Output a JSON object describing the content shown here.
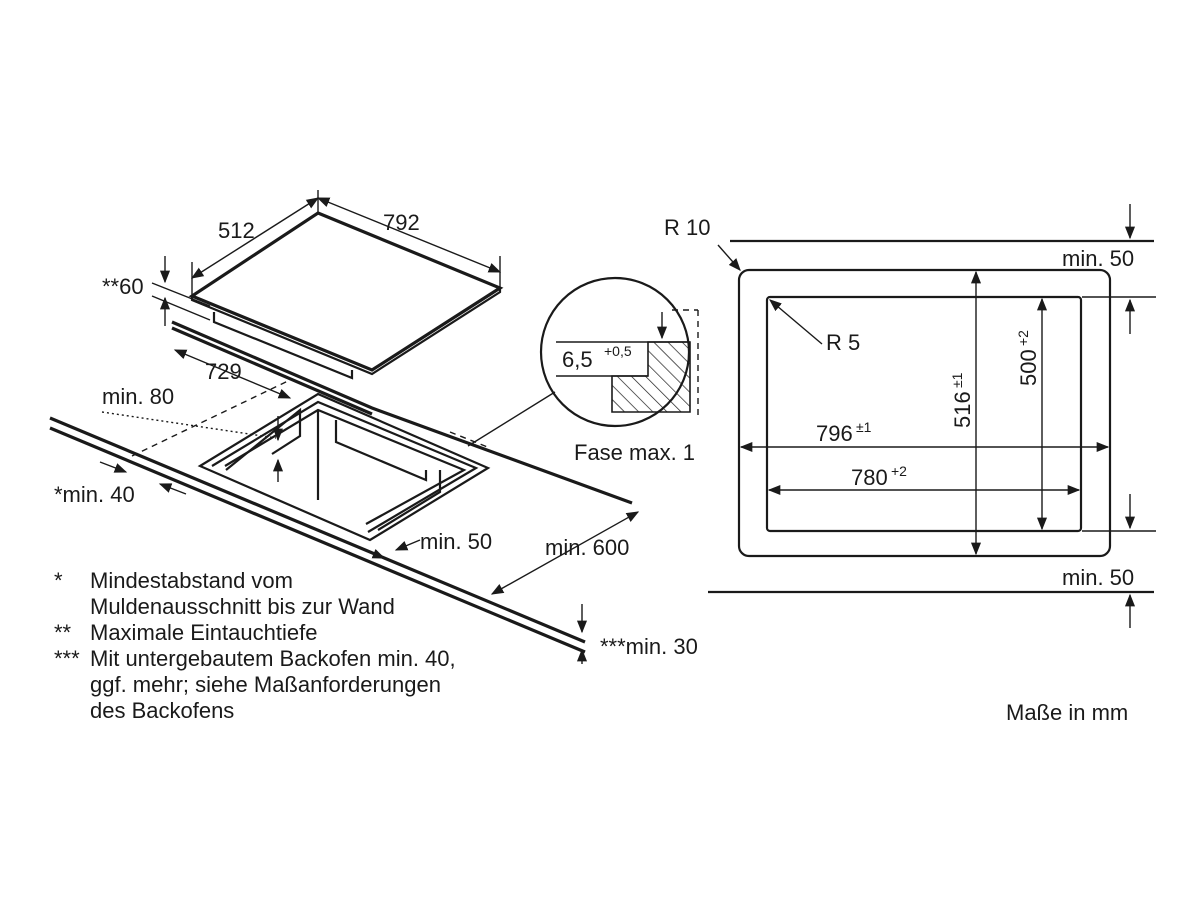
{
  "hob": {
    "depth": "512",
    "width": "792",
    "immersion_depth": "**60",
    "cutout_offset": "729",
    "min_front_distance": "min. 80",
    "min_wall_distance": "*min. 40",
    "min_side_distance": "min. 50",
    "min_worktop_depth": "min. 600",
    "min_worktop_thickness": "***min. 30"
  },
  "detail": {
    "step_height": "6,5",
    "step_tolerance": "+0,5",
    "chamfer": "Fase max. 1"
  },
  "cutout": {
    "outer_radius": "R 10",
    "inner_radius": "R 5",
    "outer_width": "796",
    "outer_width_tol": "±1",
    "inner_width": "780",
    "inner_width_tol": "+2",
    "outer_depth": "516",
    "outer_depth_tol": "±1",
    "inner_depth": "500",
    "inner_depth_tol": "+2",
    "min_top": "min. 50",
    "min_bottom": "min. 50"
  },
  "footnotes": [
    {
      "mark": "*",
      "lines": [
        "Mindestabstand vom",
        "Muldenausschnitt bis zur Wand"
      ]
    },
    {
      "mark": "**",
      "lines": [
        "Maximale Eintauchtiefe"
      ]
    },
    {
      "mark": "***",
      "lines": [
        "Mit untergebautem Backofen min. 40,",
        "ggf. mehr; siehe Maßanforderungen",
        "des Backofens"
      ]
    }
  ],
  "units_note": "Maße in mm"
}
